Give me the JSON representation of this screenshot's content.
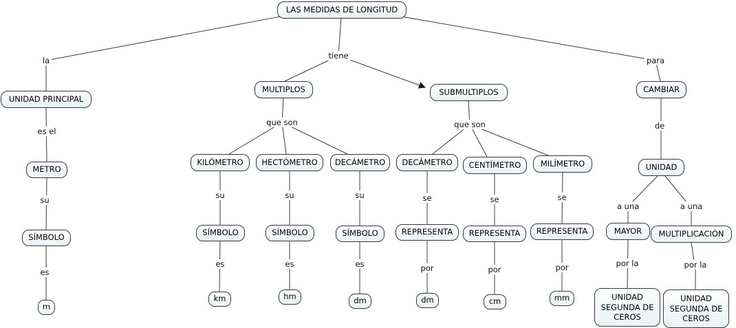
{
  "root": "LAS MEDIDAS DE LONGITUD",
  "root_links": {
    "la": "la",
    "tiene": "tiene",
    "para": "para"
  },
  "left_branch": {
    "concepts": [
      "UNIDAD PRINCIPAL",
      "METRO",
      "SÍMBOLO",
      "m"
    ],
    "links": [
      "es el",
      "su",
      "es"
    ]
  },
  "multiplos": {
    "concept": "MULTIPLOS",
    "link": "que son",
    "units": [
      {
        "name": "KILÓMETRO",
        "link1": "su",
        "mid": "SÍMBOLO",
        "link2": "es",
        "symbol": "km"
      },
      {
        "name": "HECTÓMETRO",
        "link1": "su",
        "mid": "SÍMBOLO",
        "link2": "es",
        "symbol": "hm"
      },
      {
        "name": "DECÁMETRO",
        "link1": "su",
        "mid": "SÍMBOLO",
        "link2": "es",
        "symbol": "dm"
      }
    ]
  },
  "submultiplos": {
    "concept": "SUBMULTIPLOS",
    "link": "que son",
    "units": [
      {
        "name": "DECÁMETRO",
        "link1": "se",
        "mid": "REPRESENTA",
        "link2": "por",
        "symbol": "dm"
      },
      {
        "name": "CENTÍMETRO",
        "link1": "se",
        "mid": "REPRESENTA",
        "link2": "por",
        "symbol": "cm"
      },
      {
        "name": "MILÍMETRO",
        "link1": "se",
        "mid": "REPRESENTA",
        "link2": "por",
        "symbol": "mm"
      }
    ]
  },
  "cambiar": {
    "concept": "CAMBIAR",
    "link": "de",
    "unidad": "UNIDAD",
    "options": [
      {
        "link1": "a una",
        "name": "MAYOR",
        "link2": "por la",
        "target": "UNIDAD SEGUNDA DE CEROS"
      },
      {
        "link1": "a una",
        "name": "MULTIPLICACIÓN",
        "link2": "por la",
        "target": "UNIDAD SEGUNDA DE CEROS"
      }
    ]
  },
  "colors": {
    "node_fill": "#e9f3f6",
    "node_border": "#383838",
    "line": "#3c3c3c",
    "background": "#ffffff"
  }
}
